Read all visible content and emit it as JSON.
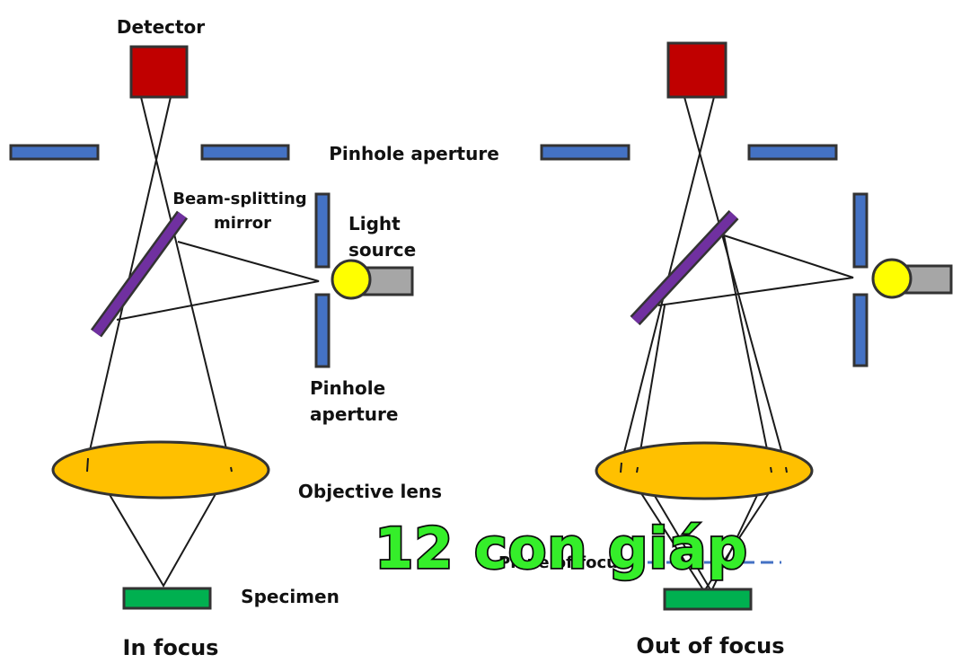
{
  "labels": {
    "detector": "Detector",
    "pinhole_top": "Pinhole aperture",
    "beam_splitter_line1": "Beam-splitting",
    "beam_splitter_line2": "mirror",
    "light_source_line1": "Light",
    "light_source_line2": "source",
    "pinhole_side_line1": "Pinhole",
    "pinhole_side_line2": "aperture",
    "objective_lens": "Objective lens",
    "plane_of_focus": "Plane of focus",
    "specimen": "Specimen",
    "caption_left": "In focus",
    "caption_right": "Out of focus"
  },
  "overlay": {
    "text": "12 con giáp",
    "color": "#35ee2a"
  },
  "colors": {
    "detector": "#c00000",
    "aperture": "#4472c4",
    "mirror": "#7030a0",
    "lens": "#ffc000",
    "specimen": "#00b050",
    "light_bulb": "#ffff00",
    "light_housing": "#a6a6a6",
    "focus_plane": "#4472c4"
  }
}
